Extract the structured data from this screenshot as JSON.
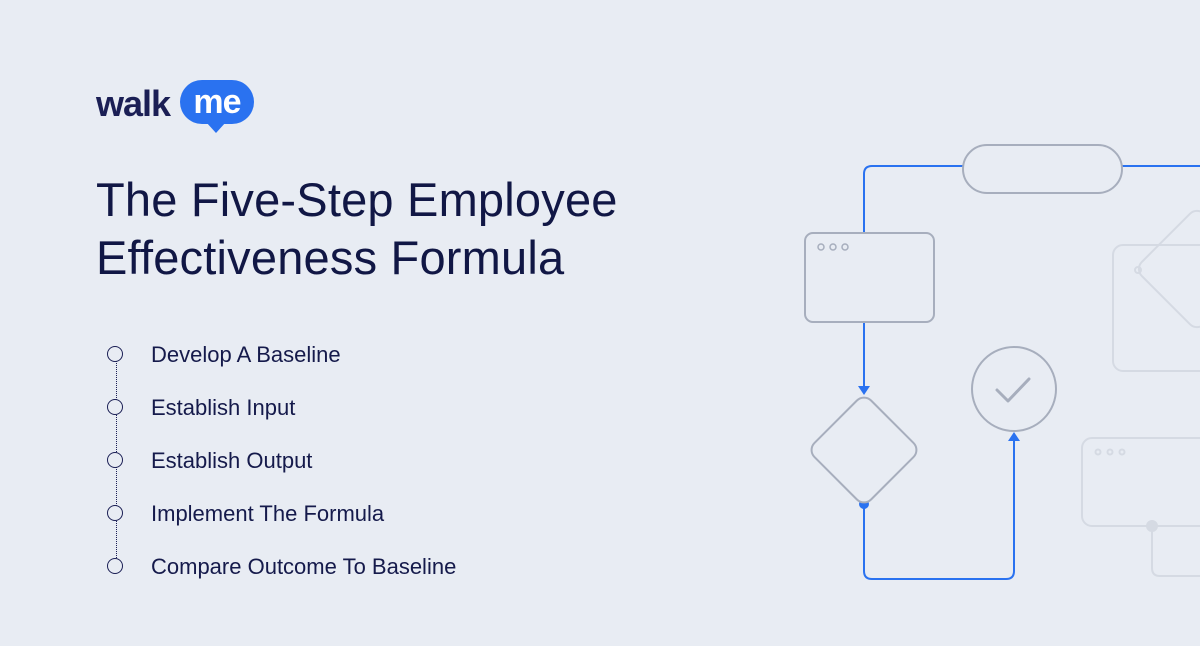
{
  "brand": {
    "logo_word": "walk",
    "logo_bubble_word": "me",
    "accent_color": "#2a72f0",
    "text_color": "#111745",
    "background_color": "#e8ecf3"
  },
  "title": {
    "line1": "The Five-Step Employee",
    "line2": "Effectiveness Formula"
  },
  "steps": [
    {
      "label": "Develop A Baseline"
    },
    {
      "label": "Establish Input"
    },
    {
      "label": "Establish Output"
    },
    {
      "label": "Implement The Formula"
    },
    {
      "label": "Compare Outcome To Baseline"
    }
  ],
  "diagram": {
    "connector_color": "#2a72f0",
    "shape_stroke_color": "#a7aebd",
    "faded_shape_color": "#d5dae3",
    "icons": [
      "window-icon",
      "decision-diamond-icon",
      "terminal-pill-icon",
      "checkmark-circle-icon"
    ]
  }
}
